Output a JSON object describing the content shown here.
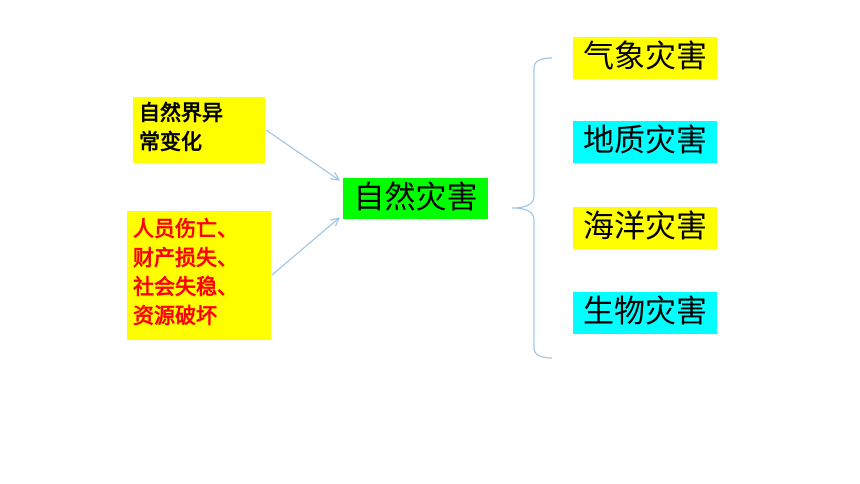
{
  "colors": {
    "yellow": "#ffff00",
    "green": "#00ff00",
    "cyan": "#00ffff",
    "red_text": "#ff0000",
    "connector": "#9dc3e6"
  },
  "causes": [
    {
      "lines": [
        "自然界异",
        "常变化"
      ],
      "text_color": "#000000",
      "bg": "#ffff00"
    },
    {
      "lines": [
        "人员伤亡、",
        "财产损失、",
        "社会失稳、",
        "资源破坏"
      ],
      "text_color": "#ff0000",
      "bg": "#ffff00"
    }
  ],
  "center": {
    "label": "自然灾害",
    "bg": "#00ff00"
  },
  "types": [
    {
      "label": "气象灾害",
      "bg": "#ffff00"
    },
    {
      "label": "地质灾害",
      "bg": "#00ffff"
    },
    {
      "label": "海洋灾害",
      "bg": "#ffff00"
    },
    {
      "label": "生物灾害",
      "bg": "#00ffff"
    }
  ]
}
